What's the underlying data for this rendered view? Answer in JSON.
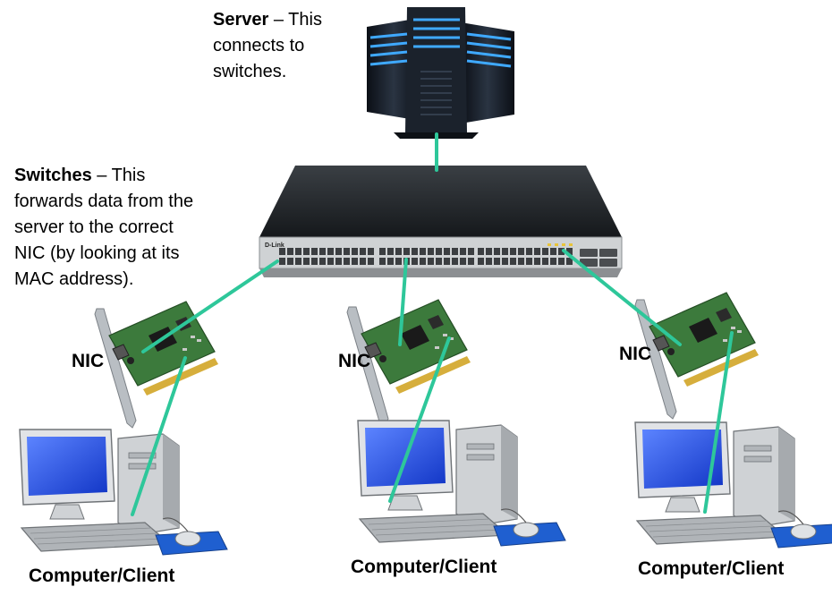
{
  "server": {
    "title": "Server",
    "desc_lines": [
      "– This",
      "connects to",
      "switches."
    ]
  },
  "switch": {
    "title": "Switches",
    "desc_lines": [
      "– This",
      "forwards data from the",
      "server to the correct",
      "NIC (by looking at its",
      "MAC address)."
    ],
    "brand": "D-Link"
  },
  "nic_label": "NIC",
  "client_label": "Computer/Client",
  "colors": {
    "link": "#2ec79a",
    "server_glow": "#3fa9ff",
    "nic_board": "#3c7a3c"
  }
}
